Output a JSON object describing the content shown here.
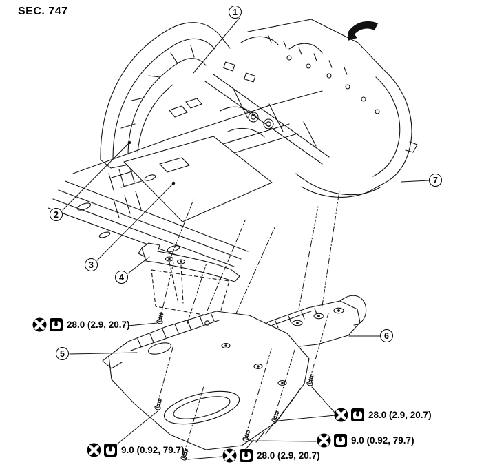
{
  "diagram": {
    "section_label": "SEC. 747",
    "background_color": "#ffffff",
    "line_color": "#111111",
    "direction_arrow_icon": "front-direction-arrow-icon",
    "callouts": [
      {
        "label": "1"
      },
      {
        "label": "2"
      },
      {
        "label": "3"
      },
      {
        "label": "4"
      },
      {
        "label": "5"
      },
      {
        "label": "6"
      },
      {
        "label": "7"
      }
    ],
    "torque_labels": [
      {
        "position": "left-middle",
        "text": "28.0 (2.9, 20.7)",
        "icons": [
          "replace-icon",
          "torque-wrench-icon"
        ]
      },
      {
        "position": "right",
        "text": "28.0 (2.9, 20.7)",
        "icons": [
          "replace-icon",
          "torque-wrench-icon"
        ]
      },
      {
        "position": "right-lower",
        "text": "9.0 (0.92, 79.7)",
        "icons": [
          "replace-icon",
          "torque-wrench-icon"
        ]
      },
      {
        "position": "bottom-left",
        "text": "9.0 (0.92, 79.7)",
        "icons": [
          "replace-icon",
          "torque-wrench-icon"
        ]
      },
      {
        "position": "bottom-center",
        "text": "28.0 (2.9, 20.7)",
        "icons": [
          "replace-icon",
          "torque-wrench-icon"
        ]
      }
    ]
  }
}
